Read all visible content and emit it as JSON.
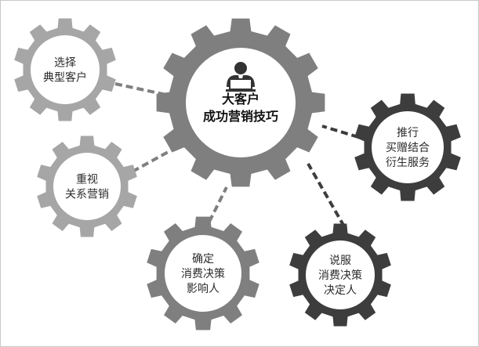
{
  "colors": {
    "gear_light": "#a6a6a6",
    "gear_mid": "#7f7f7f",
    "gear_dark": "#3d3d3d",
    "gear_face": "#ffffff",
    "connector": "#7f7f7f",
    "connector_dark": "#3d3d3d",
    "icon": "#333333"
  },
  "center": {
    "icon": "business-person-laptop-icon",
    "lines": [
      "大客户",
      "成功营销技巧"
    ]
  },
  "gears": [
    {
      "id": "select-typical-customer",
      "lines": [
        "选择",
        "典型客户"
      ],
      "tone": "light"
    },
    {
      "id": "value-relationship-marketing",
      "lines": [
        "重视",
        "关系营销"
      ],
      "tone": "light"
    },
    {
      "id": "identify-decision-influencers",
      "lines": [
        "确定",
        "消费决策",
        "影响人"
      ],
      "tone": "mid"
    },
    {
      "id": "persuade-decision-makers",
      "lines": [
        "说服",
        "消费决策",
        "决定人"
      ],
      "tone": "dark"
    },
    {
      "id": "promote-bundled-services",
      "lines": [
        "推行",
        "买赠结合",
        "衍生服务"
      ],
      "tone": "dark"
    }
  ]
}
